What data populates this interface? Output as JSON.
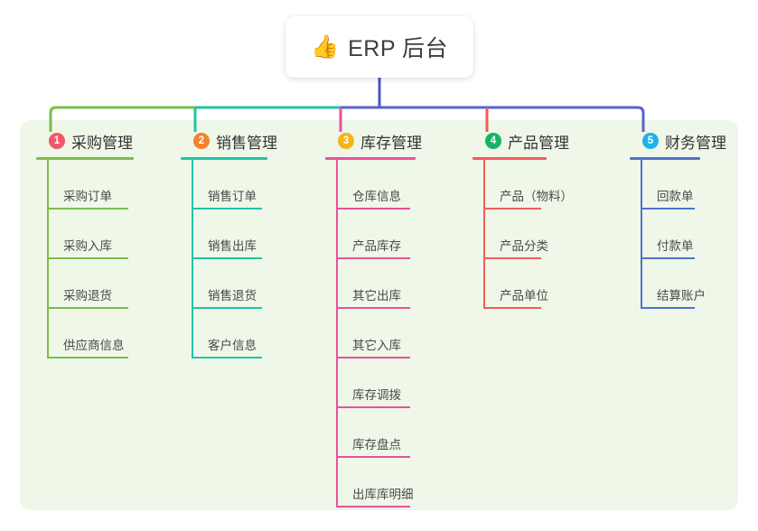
{
  "diagram": {
    "type": "mindmap",
    "root": {
      "icon": "thumbs-up-emoji",
      "emoji": "👍",
      "title": "ERP 后台"
    },
    "branches": [
      {
        "number": "1",
        "title": "采购管理",
        "color": "#7cbd4a",
        "badge_color": "#f2596a",
        "drop_color": "#7cbd4a",
        "items": [
          "采购订单",
          "采购入库",
          "采购退货",
          "供应商信息"
        ]
      },
      {
        "number": "2",
        "title": "销售管理",
        "color": "#1fc4a8",
        "badge_color": "#f5822a",
        "drop_color": "#1fc4a8",
        "items": [
          "销售订单",
          "销售出库",
          "销售退货",
          "客户信息"
        ]
      },
      {
        "number": "3",
        "title": "库存管理",
        "color": "#e8529a",
        "badge_color": "#f5b41d",
        "drop_color": "#e8529a",
        "items": [
          "仓库信息",
          "产品库存",
          "其它出库",
          "其它入库",
          "库存调拨",
          "库存盘点",
          "出库库明细"
        ]
      },
      {
        "number": "4",
        "title": "产品管理",
        "color": "#f25c5c",
        "badge_color": "#16b364",
        "drop_color": "#f25c5c",
        "items": [
          "产品（物料）",
          "产品分类",
          "产品单位"
        ]
      },
      {
        "number": "5",
        "title": "财务管理",
        "color": "#4f73cc",
        "badge_color": "#22b0e8",
        "drop_color": "#4f73cc",
        "items": [
          "回款单",
          "付款单",
          "结算账户"
        ]
      }
    ],
    "trunk": {
      "stem_color": "#4457c4",
      "left_segment_color": "#7cbd4a",
      "mid_segment_color": "#1fc4a8",
      "right_segment_color": "#5b63cc"
    },
    "canvas": {
      "background": "#ffffff",
      "panel_color": "#eef7e8"
    }
  }
}
